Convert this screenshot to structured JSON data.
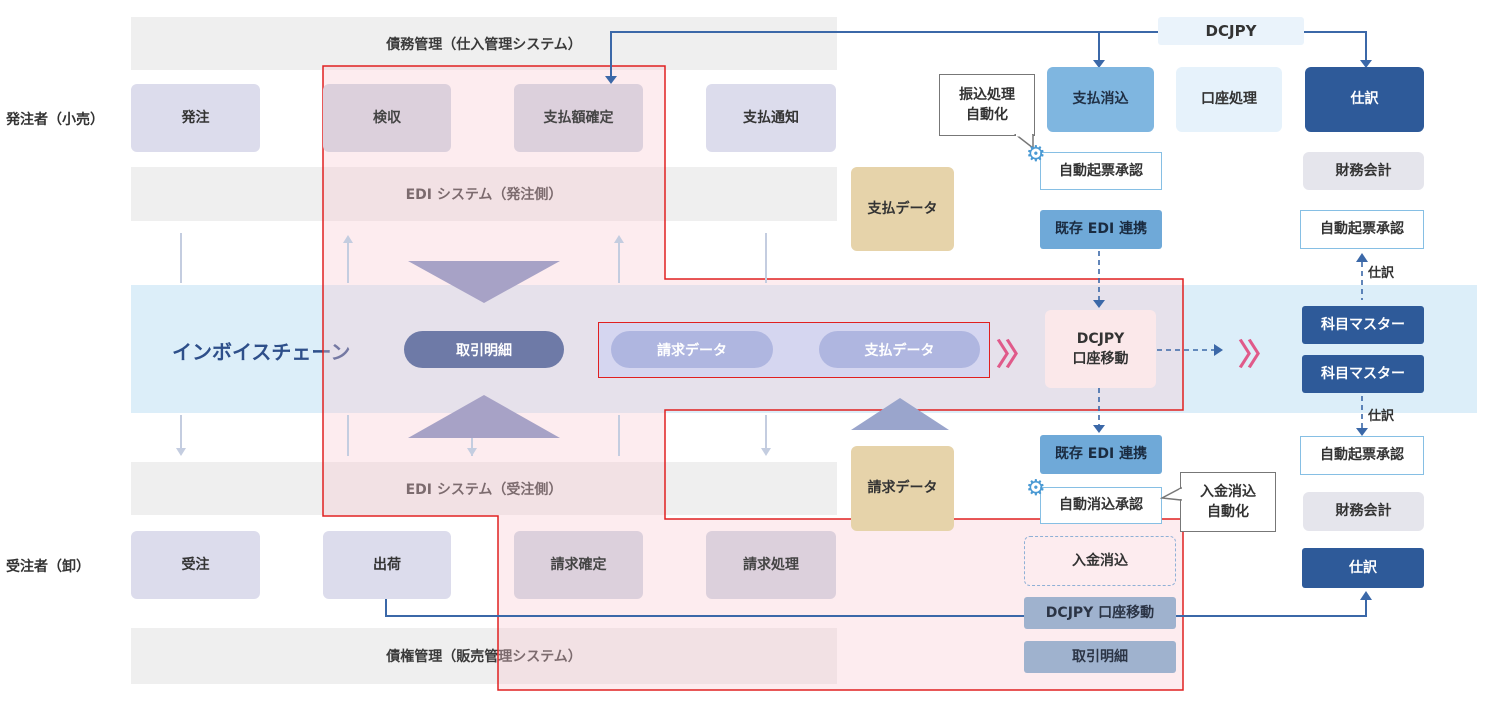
{
  "rows": {
    "buyer_label": "発注者（小売）",
    "seller_label": "受注者（卸）"
  },
  "bands": {
    "payables": "債務管理（仕入管理システム）",
    "edi_buyer": "EDI システム（発注側）",
    "edi_seller": "EDI システム（受注側）",
    "receivables": "債権管理（販売管理システム）",
    "invoice_chain": "インボイスチェーン"
  },
  "buyer_steps": [
    "発注",
    "検収",
    "支払額確定",
    "支払通知"
  ],
  "seller_steps": [
    "受注",
    "出荷",
    "請求確定",
    "請求処理"
  ],
  "chain": {
    "transaction": "取引明細",
    "invoice_data": "請求データ",
    "payment_data": "支払データ",
    "dcjpy_move_line1": "DCJPY",
    "dcjpy_move_line2": "口座移動"
  },
  "middle_data": {
    "payment_data": "支払データ",
    "invoice_data": "請求データ"
  },
  "right_top": {
    "dcjpy": "DCJPY",
    "payment_clear": "支払消込",
    "account_process": "口座処理",
    "journal": "仕訳",
    "callout_line1": "振込処理",
    "callout_line2": "自動化",
    "auto_voucher": "自動起票承認",
    "edi_link": "既存 EDI 連携",
    "finance": "財務会計",
    "auto_voucher_right": "自動起票承認",
    "journal_small": "仕訳",
    "master1": "科目マスター"
  },
  "right_bottom": {
    "master2": "科目マスター",
    "journal_small": "仕訳",
    "auto_voucher_right": "自動起票承認",
    "finance": "財務会計",
    "journal": "仕訳",
    "edi_link": "既存 EDI 連携",
    "auto_clear": "自動消込承認",
    "callout_line1": "入金消込",
    "callout_line2": "自動化",
    "receipt_clear": "入金消込",
    "dcjpy_move": "DCJPY 口座移動",
    "transaction": "取引明細"
  },
  "colors": {
    "highlight_red": "#e02020",
    "chevron_pink": "#e05a8a",
    "chain_band": "#dceef9",
    "navy": "#2e5a99"
  },
  "icons": [
    "gear-icon",
    "arrow-icon",
    "chevron-right-icon"
  ]
}
